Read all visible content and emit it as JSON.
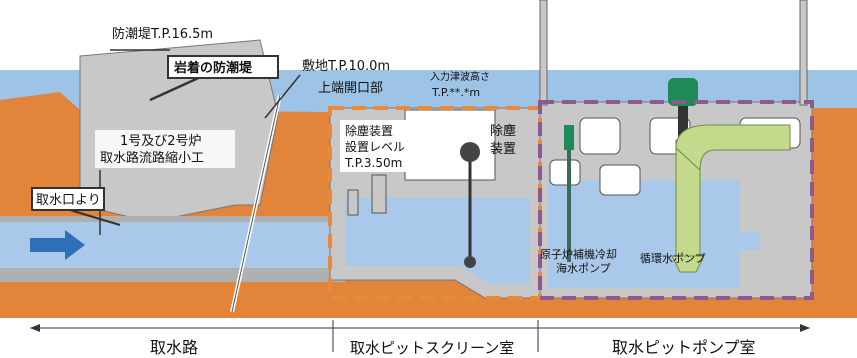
{
  "labels": {
    "seawall": "防潮堤T.P.16.5m",
    "rock_seawall": "岩着の防潮堤",
    "intake_narrowing_line1": "1号及び2号炉",
    "intake_narrowing_line2": "取水路流路縮小工",
    "from_intake": "取水口より",
    "site_level": "敷地T.P.10.0m",
    "top_opening": "上端開口部",
    "tsunami_height_line1": "入力津波高さ",
    "tsunami_height_line2": "T.P.**.*m",
    "dust_remover_level_line1": "除塵装置",
    "dust_remover_level_line2": "設置レベル",
    "dust_remover_level_line3": "T.P.3.50m",
    "dust_remover_line1": "除塵",
    "dust_remover_line2": "装置",
    "cooling_pump_line1": "原子炉補機冷却",
    "cooling_pump_line2": "海水ポンプ",
    "circ_pump": "循環水ポンプ"
  },
  "sections": {
    "intake_channel": "取水路",
    "screen_room": "取水ピットスクリーン室",
    "pump_room": "取水ピットポンプ室"
  },
  "colors": {
    "sea": "#9dc3e6",
    "water": "#a9c8ea",
    "earth": "#e2843a",
    "concrete": "#c8c8c8",
    "pipe_green": "#c5d98c",
    "motor_green": "#1e8a5a",
    "screen_boundary": "#e88a3a",
    "pump_boundary": "#8e5a8e"
  }
}
